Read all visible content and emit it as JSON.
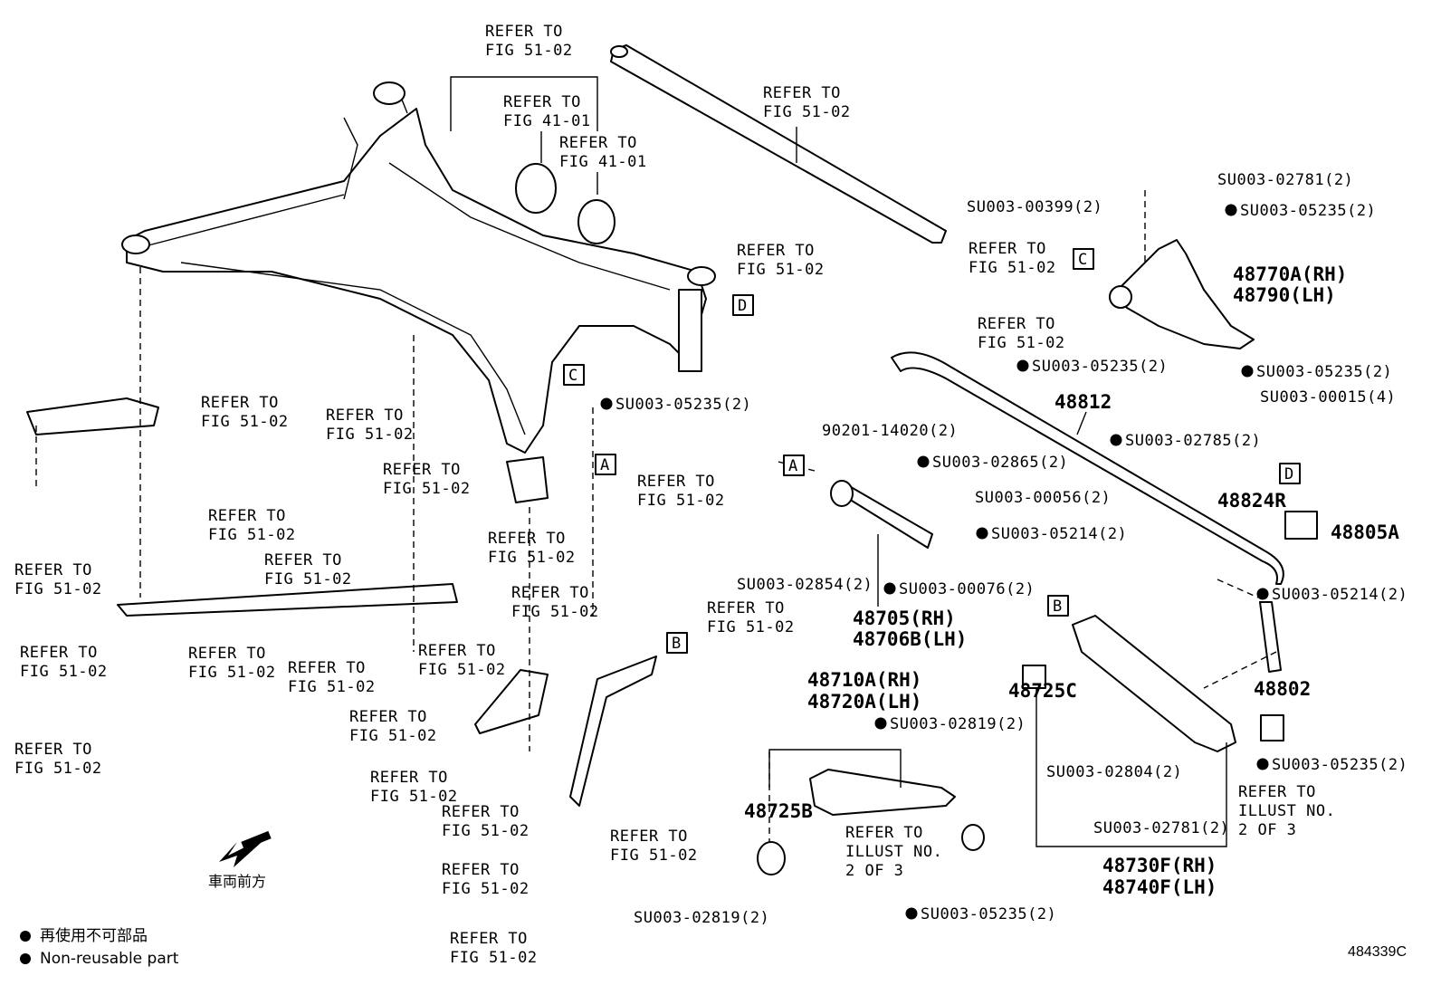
{
  "labels": {
    "refer_fig51_02": "REFER TO\nFIG 51-02",
    "refer_fig41_01": "REFER TO\nFIG 41-01",
    "refer_illust": "REFER TO\nILLUST NO.\n2 OF 3"
  },
  "parts": [
    {
      "id": "p48770a",
      "text": "48770A(RH)"
    },
    {
      "id": "p48790",
      "text": "48790(LH)"
    },
    {
      "id": "p48812",
      "text": "48812"
    },
    {
      "id": "p48824r",
      "text": "48824R"
    },
    {
      "id": "p48805a",
      "text": "48805A"
    },
    {
      "id": "p48705",
      "text": "48705(RH)"
    },
    {
      "id": "p48706b",
      "text": "48706B(LH)"
    },
    {
      "id": "p48802",
      "text": "48802"
    },
    {
      "id": "p48725c",
      "text": "48725C"
    },
    {
      "id": "p48710a",
      "text": "48710A(RH)"
    },
    {
      "id": "p48720a",
      "text": "48720A(LH)"
    },
    {
      "id": "p48725b",
      "text": "48725B"
    },
    {
      "id": "p48730f",
      "text": "48730F(RH)"
    },
    {
      "id": "p48740f",
      "text": "48740F(LH)"
    }
  ],
  "fasteners": [
    {
      "id": "f0278_1",
      "text": "SU003-02781(2)",
      "nonreusable": false
    },
    {
      "id": "f0399",
      "text": "SU003-00399(2)",
      "nonreusable": false
    },
    {
      "id": "f05235_1",
      "text": "SU003-05235(2)",
      "nonreusable": true
    },
    {
      "id": "f05235_2",
      "text": "SU003-05235(2)",
      "nonreusable": true
    },
    {
      "id": "f05235_3",
      "text": "SU003-05235(2)",
      "nonreusable": true
    },
    {
      "id": "f05235_4",
      "text": "SU003-05235(2)",
      "nonreusable": true
    },
    {
      "id": "f05235_5",
      "text": "SU003-05235(2)",
      "nonreusable": true
    },
    {
      "id": "f05235_6",
      "text": "SU003-05235(2)",
      "nonreusable": true
    },
    {
      "id": "f00015",
      "text": "SU003-00015(4)",
      "nonreusable": false
    },
    {
      "id": "f02785",
      "text": "SU003-02785(2)",
      "nonreusable": true
    },
    {
      "id": "f90201",
      "text": "90201-14020(2)",
      "nonreusable": false
    },
    {
      "id": "f02865",
      "text": "SU003-02865(2)",
      "nonreusable": true
    },
    {
      "id": "f00056",
      "text": "SU003-00056(2)",
      "nonreusable": false
    },
    {
      "id": "f05214_1",
      "text": "SU003-05214(2)",
      "nonreusable": true
    },
    {
      "id": "f05214_2",
      "text": "SU003-05214(2)",
      "nonreusable": true
    },
    {
      "id": "f02854",
      "text": "SU003-02854(2)",
      "nonreusable": false
    },
    {
      "id": "f00076",
      "text": "SU003-00076(2)",
      "nonreusable": true
    },
    {
      "id": "f02819_1",
      "text": "SU003-02819(2)",
      "nonreusable": true
    },
    {
      "id": "f02819_2",
      "text": "SU003-02819(2)",
      "nonreusable": false
    },
    {
      "id": "f02804",
      "text": "SU003-02804(2)",
      "nonreusable": false
    },
    {
      "id": "f02781_2",
      "text": "SU003-02781(2)",
      "nonreusable": false
    }
  ],
  "refs": [
    "A",
    "B",
    "C",
    "D"
  ],
  "direction": "車両前方",
  "legend": {
    "jp": "再使用不可部品",
    "en": "Non-reusable part"
  },
  "illustration_id": "484339C"
}
